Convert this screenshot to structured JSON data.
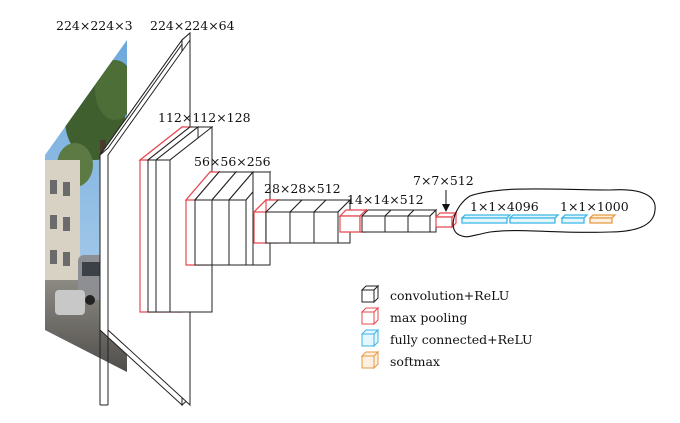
{
  "diagram": {
    "labels": {
      "input": "224×224×3",
      "conv1": "224×224×64",
      "conv2": "112×112×128",
      "conv3": "56×56×256",
      "conv4": "28×28×512",
      "conv5": "14×14×512",
      "pool5": "7×7×512",
      "fc": "1×1×4096",
      "softmax": "1×1×1000"
    },
    "legend": [
      {
        "label": "convolution+ReLU",
        "color": "#222222",
        "icon": "black-cube-icon"
      },
      {
        "label": "max pooling",
        "color": "#e8484f",
        "icon": "red-cube-icon"
      },
      {
        "label": "fully connected+ReLU",
        "color": "#3bb6e6",
        "icon": "blue-cube-icon"
      },
      {
        "label": "softmax",
        "color": "#e59a45",
        "icon": "orange-cube-icon"
      }
    ],
    "input_image": "street-photo"
  }
}
